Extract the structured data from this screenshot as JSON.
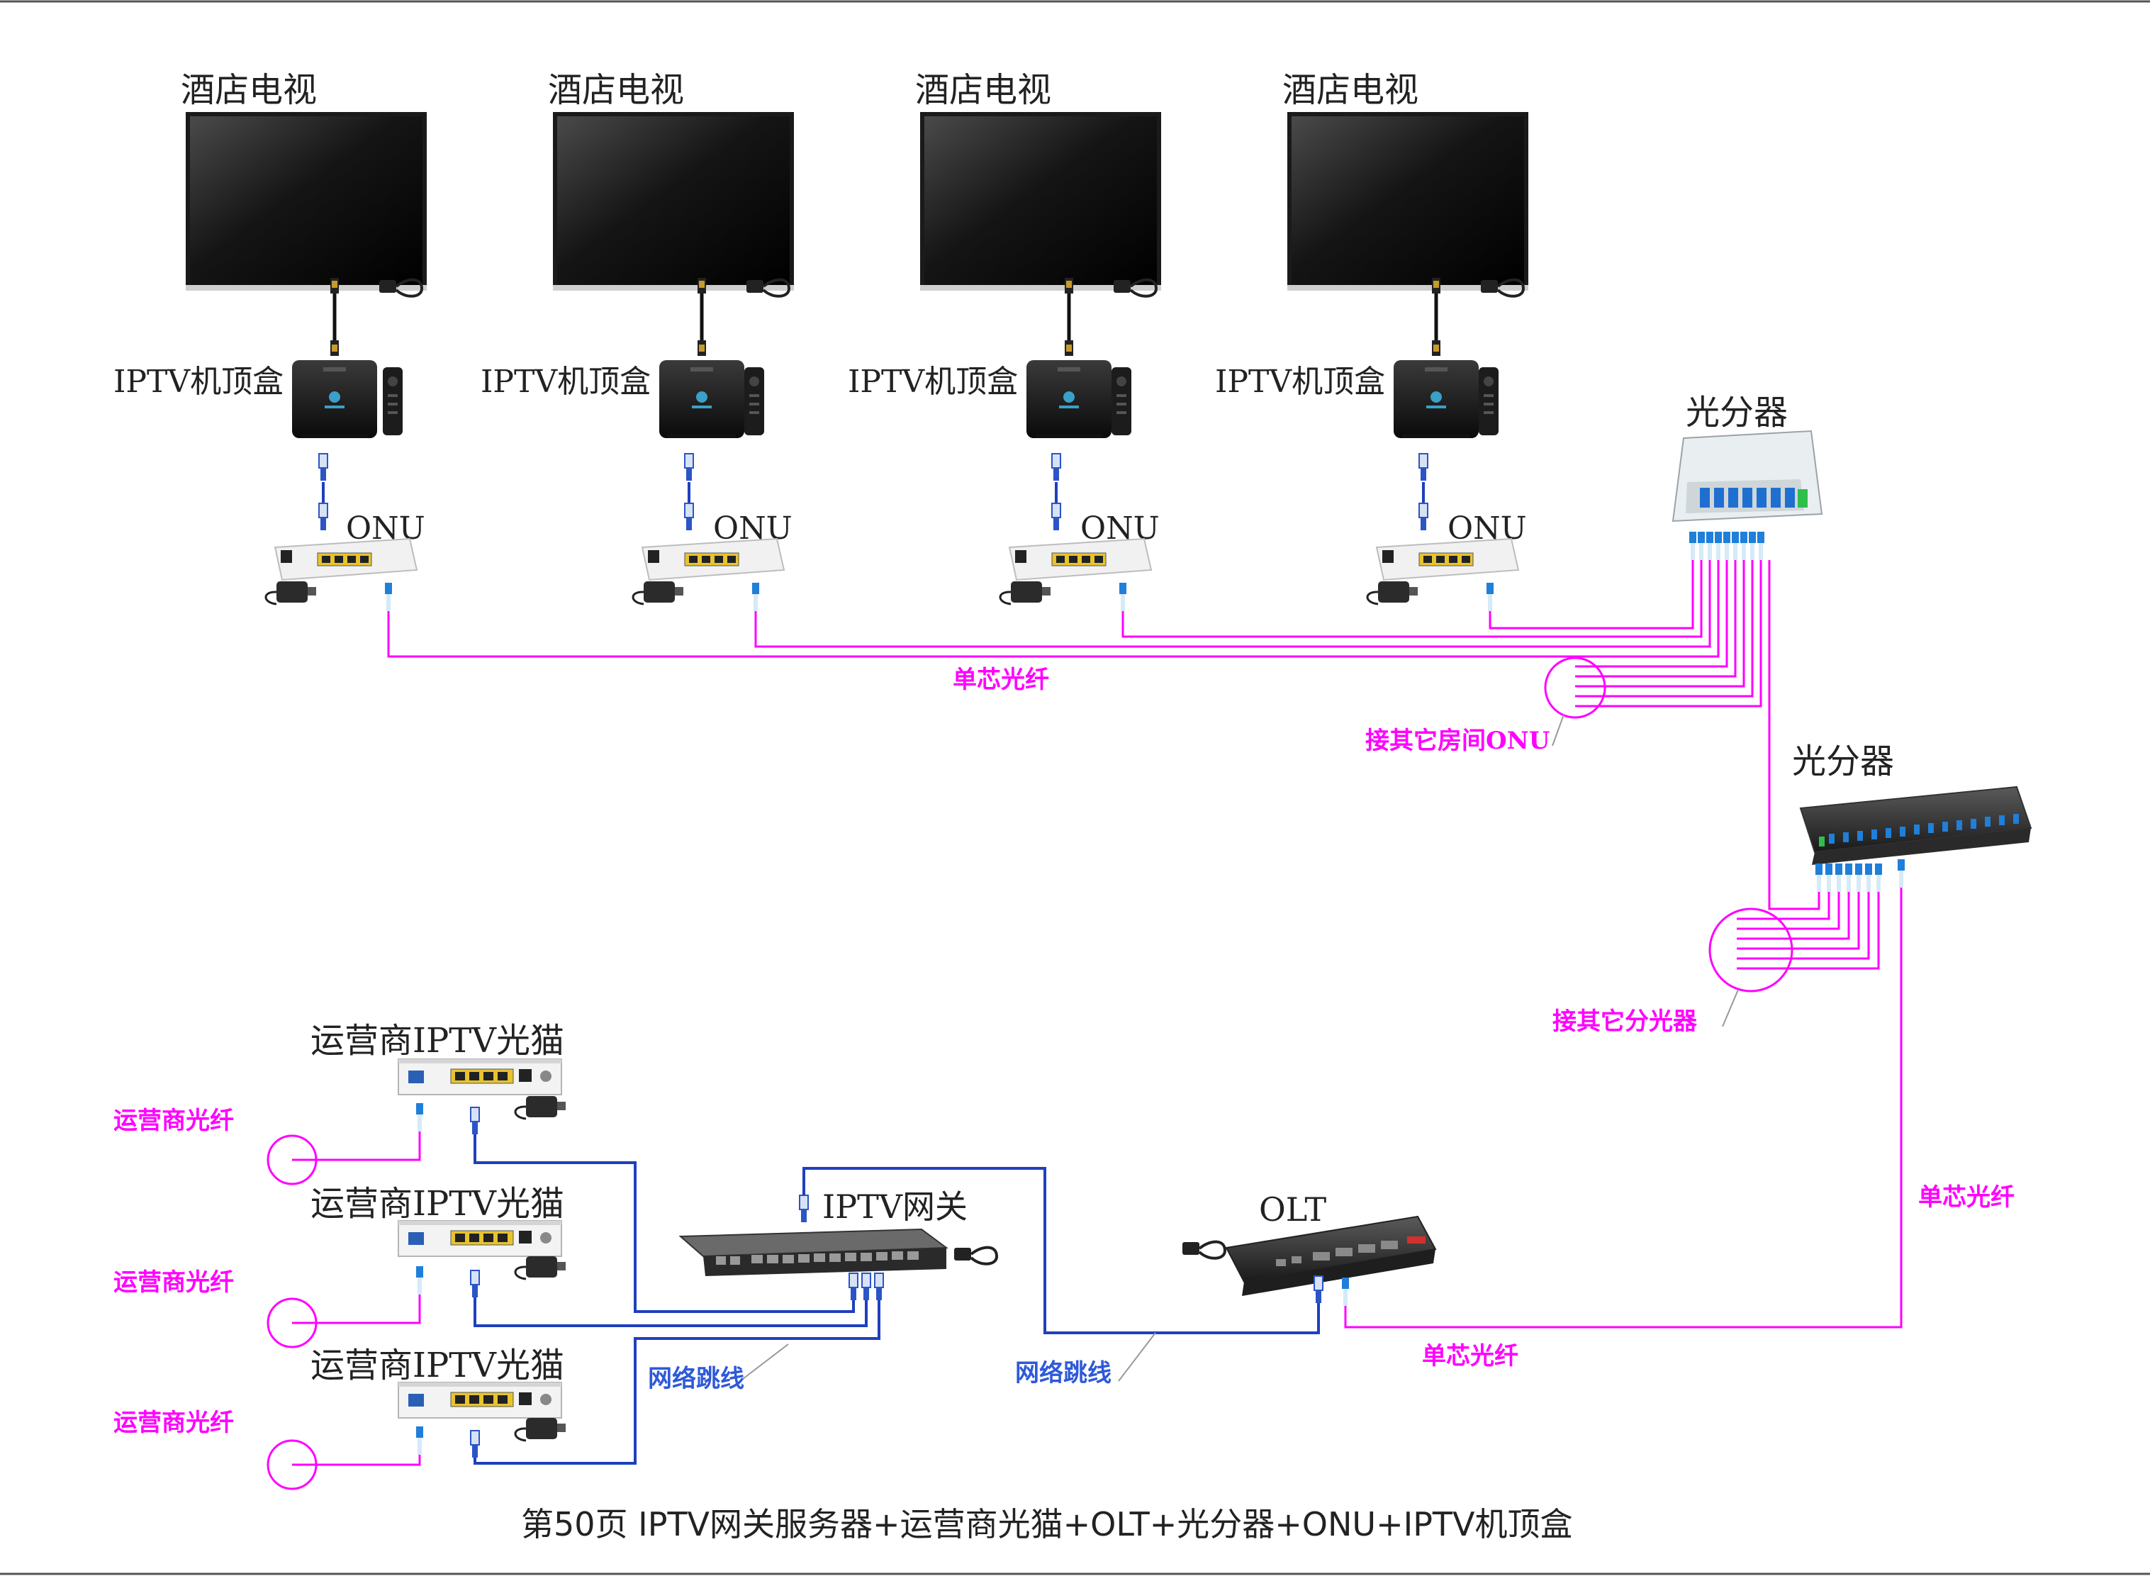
{
  "colors": {
    "fiber": "#ff00ff",
    "cable": "#1f3fbf",
    "label_blue": "#2e59d9",
    "text": "#222222"
  },
  "hotel_tv": [
    "酒店电视",
    "酒店电视",
    "酒店电视",
    "酒店电视"
  ],
  "stb": [
    "IPTV机顶盒",
    "IPTV机顶盒",
    "IPTV机顶盒",
    "IPTV机顶盒"
  ],
  "onu": [
    "ONU",
    "ONU",
    "ONU",
    "ONU"
  ],
  "splitter_top": "光分器",
  "splitter_rack": "光分器",
  "fiber_single_top": "单芯光纤",
  "other_rooms": "接其它房间ONU",
  "other_splitters": "接其它分光器",
  "fiber_single_right": "单芯光纤",
  "fiber_single_bottom": "单芯光纤",
  "modems": [
    "运营商IPTV光猫",
    "运营商IPTV光猫",
    "运营商IPTV光猫"
  ],
  "carrier_fiber": [
    "运营商光纤",
    "运营商光纤",
    "运营商光纤"
  ],
  "gateway": "IPTV网关",
  "olt": "OLT",
  "patch_1": "网络跳线",
  "patch_2": "网络跳线",
  "caption": "第50页  IPTV网关服务器+运营商光猫+OLT+光分器+ONU+IPTV机顶盒",
  "icons": [
    "tv-icon",
    "set-top-box-icon",
    "remote-icon",
    "onu-icon",
    "power-adapter-icon",
    "hdmi-cable-icon",
    "splitter-box-icon",
    "rack-splitter-icon",
    "iptv-gateway-icon",
    "olt-icon",
    "optical-modem-icon",
    "fiber-connector-icon",
    "rj45-connector-icon"
  ]
}
